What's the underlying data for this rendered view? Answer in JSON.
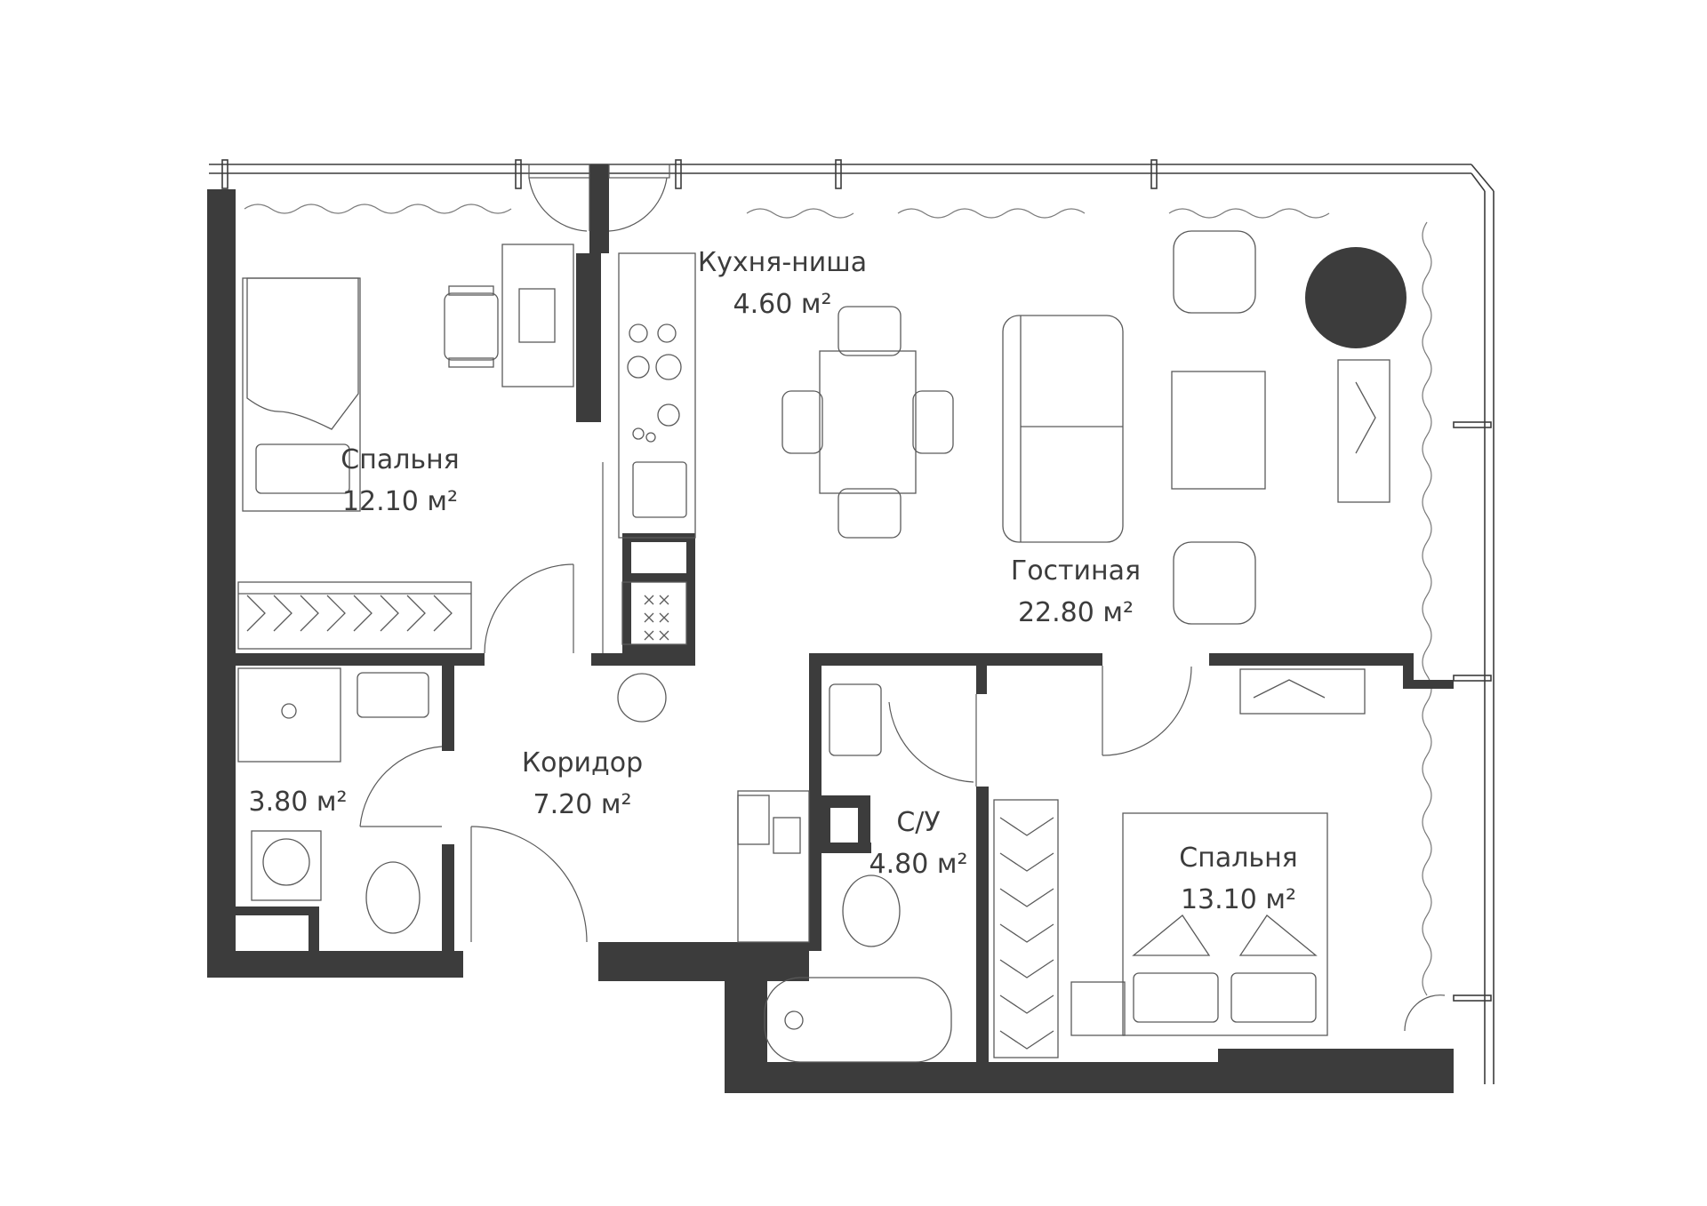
{
  "plan": {
    "rooms": [
      {
        "id": "bedroom-left",
        "name": "Спальня",
        "area": "12.10 м²"
      },
      {
        "id": "kitchen",
        "name": "Кухня-ниша",
        "area": "4.60 м²"
      },
      {
        "id": "living",
        "name": "Гостиная",
        "area": "22.80 м²"
      },
      {
        "id": "wc-left",
        "name": "",
        "area": "3.80 м²"
      },
      {
        "id": "corridor",
        "name": "Коридор",
        "area": "7.20 м²"
      },
      {
        "id": "bath",
        "name": "С/У",
        "area": "4.80 м²"
      },
      {
        "id": "bedroom-right",
        "name": "Спальня",
        "area": "13.10 м²"
      }
    ]
  },
  "colors": {
    "wall": "#3c3c3c",
    "line": "#5a5a5a",
    "background": "#ffffff"
  }
}
